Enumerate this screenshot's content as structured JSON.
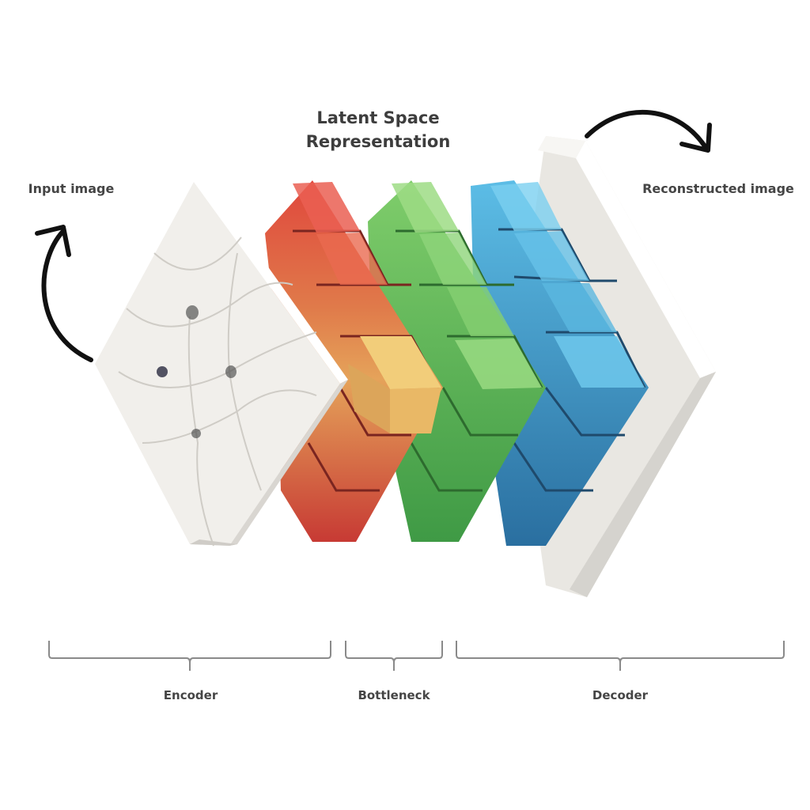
{
  "title": {
    "line1": "Latent Space",
    "line2": "Representation"
  },
  "labels": {
    "input": "Input image",
    "output": "Reconstructed image"
  },
  "brackets": {
    "encoder": "Encoder",
    "bottleneck": "Bottleneck",
    "decoder": "Decoder"
  },
  "colors": {
    "red": "#d9453d",
    "orange": "#e59a55",
    "yellow": "#e8c06e",
    "green": "#6cc05a",
    "blue": "#4aa6d4",
    "slab": "#eeece8",
    "arrow": "#111111",
    "bracket": "#8a8a8a"
  },
  "icons": {
    "input_arrow": "curved-arrow-up-icon",
    "output_arrow": "curved-arrow-down-right-icon"
  }
}
